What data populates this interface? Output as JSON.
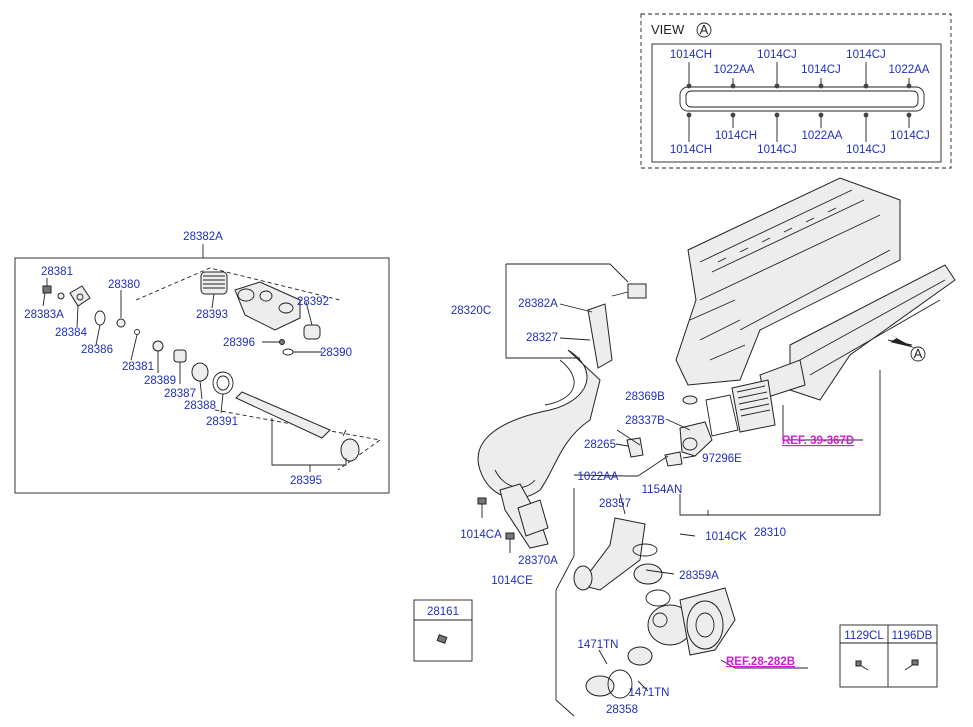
{
  "view": {
    "title": "VIEW",
    "marker": "A",
    "top_labels": [
      "1014CH",
      "1022AA",
      "1014CJ",
      "1014CJ",
      "1014CJ",
      "1022AA"
    ],
    "bottom_labels": [
      "1014CH",
      "1014CH",
      "1014CJ",
      "1022AA",
      "1014CJ",
      "1014CJ"
    ]
  },
  "left_group": {
    "title": "28382A",
    "parts": [
      "28381",
      "28383A",
      "28384",
      "28380",
      "28386",
      "28393",
      "28392",
      "28396",
      "28390",
      "28381",
      "28389",
      "28387",
      "28388",
      "28391",
      "28395"
    ]
  },
  "main": {
    "parts": [
      "28320C",
      "28382A",
      "28327",
      "28369B",
      "28337B",
      "28265",
      "97296E",
      "1022AA",
      "1154AN",
      "28357",
      "1014CK",
      "28310",
      "1014CA",
      "28370A",
      "1014CE",
      "28359A",
      "1471TN",
      "1471TN",
      "28358"
    ],
    "arrow_marker": "A",
    "refs": [
      "REF. 39-367D",
      "REF.28-282B"
    ]
  },
  "small_boxes": [
    {
      "label": "28161"
    },
    {
      "label": "1129CL"
    },
    {
      "label": "1196DB"
    }
  ],
  "colors": {
    "part_number": "#1f2fbf",
    "reference": "#d21bd2",
    "lines": "#222222"
  }
}
